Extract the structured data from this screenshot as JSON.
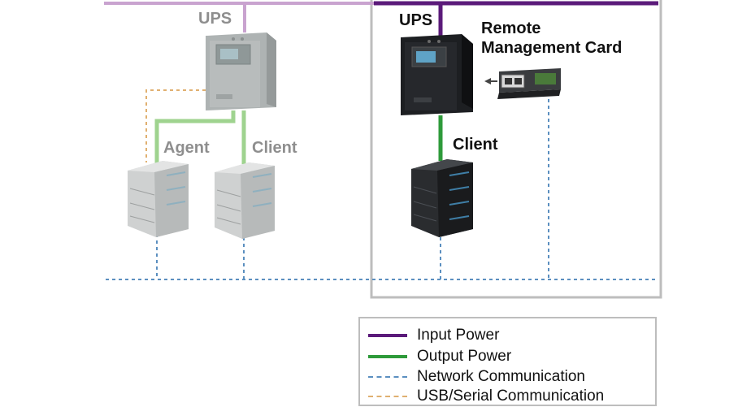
{
  "left_setup": {
    "ups_label": "UPS",
    "agent_label": "Agent",
    "client_label": "Client"
  },
  "right_setup": {
    "ups_label": "UPS",
    "rmc_label_line1": "Remote",
    "rmc_label_line2": "Management Card",
    "client_label": "Client"
  },
  "legend": {
    "items": [
      {
        "label": "Input Power",
        "color": "#5b1a7a",
        "style": "solid"
      },
      {
        "label": "Output Power",
        "color": "#2e9a3a",
        "style": "solid"
      },
      {
        "label": "Network Communication",
        "color": "#5b8fc0",
        "style": "dashed"
      },
      {
        "label": "USB/Serial Communication",
        "color": "#e0b070",
        "style": "dashed"
      }
    ]
  },
  "colors": {
    "input_power_faded": "#c9a3cf",
    "output_power_faded": "#9fd38f",
    "network_dashed": "#5b8fc0",
    "usb_dashed": "#e0b070",
    "frame": "#bdbdbd"
  }
}
